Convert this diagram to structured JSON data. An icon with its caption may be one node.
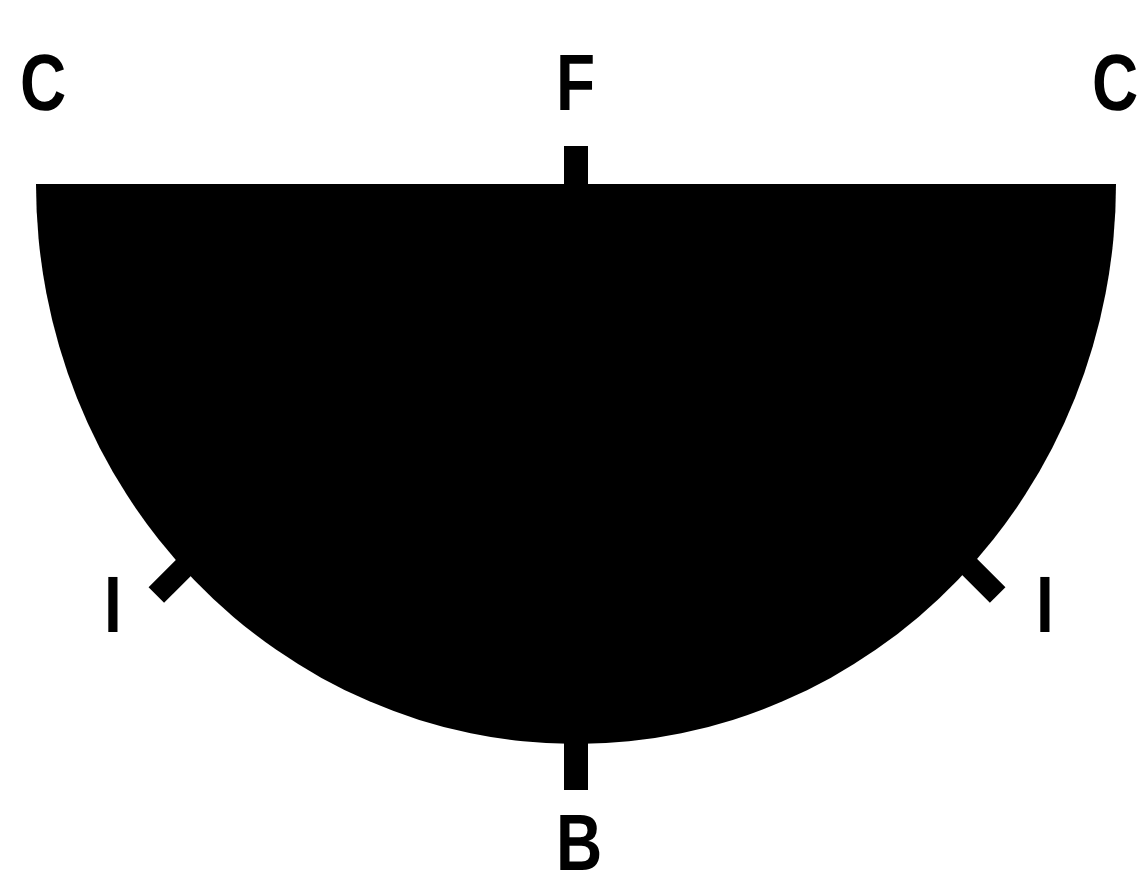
{
  "diagram": {
    "labels": [
      "C",
      "F",
      "C",
      "I",
      "I",
      "B"
    ]
  }
}
